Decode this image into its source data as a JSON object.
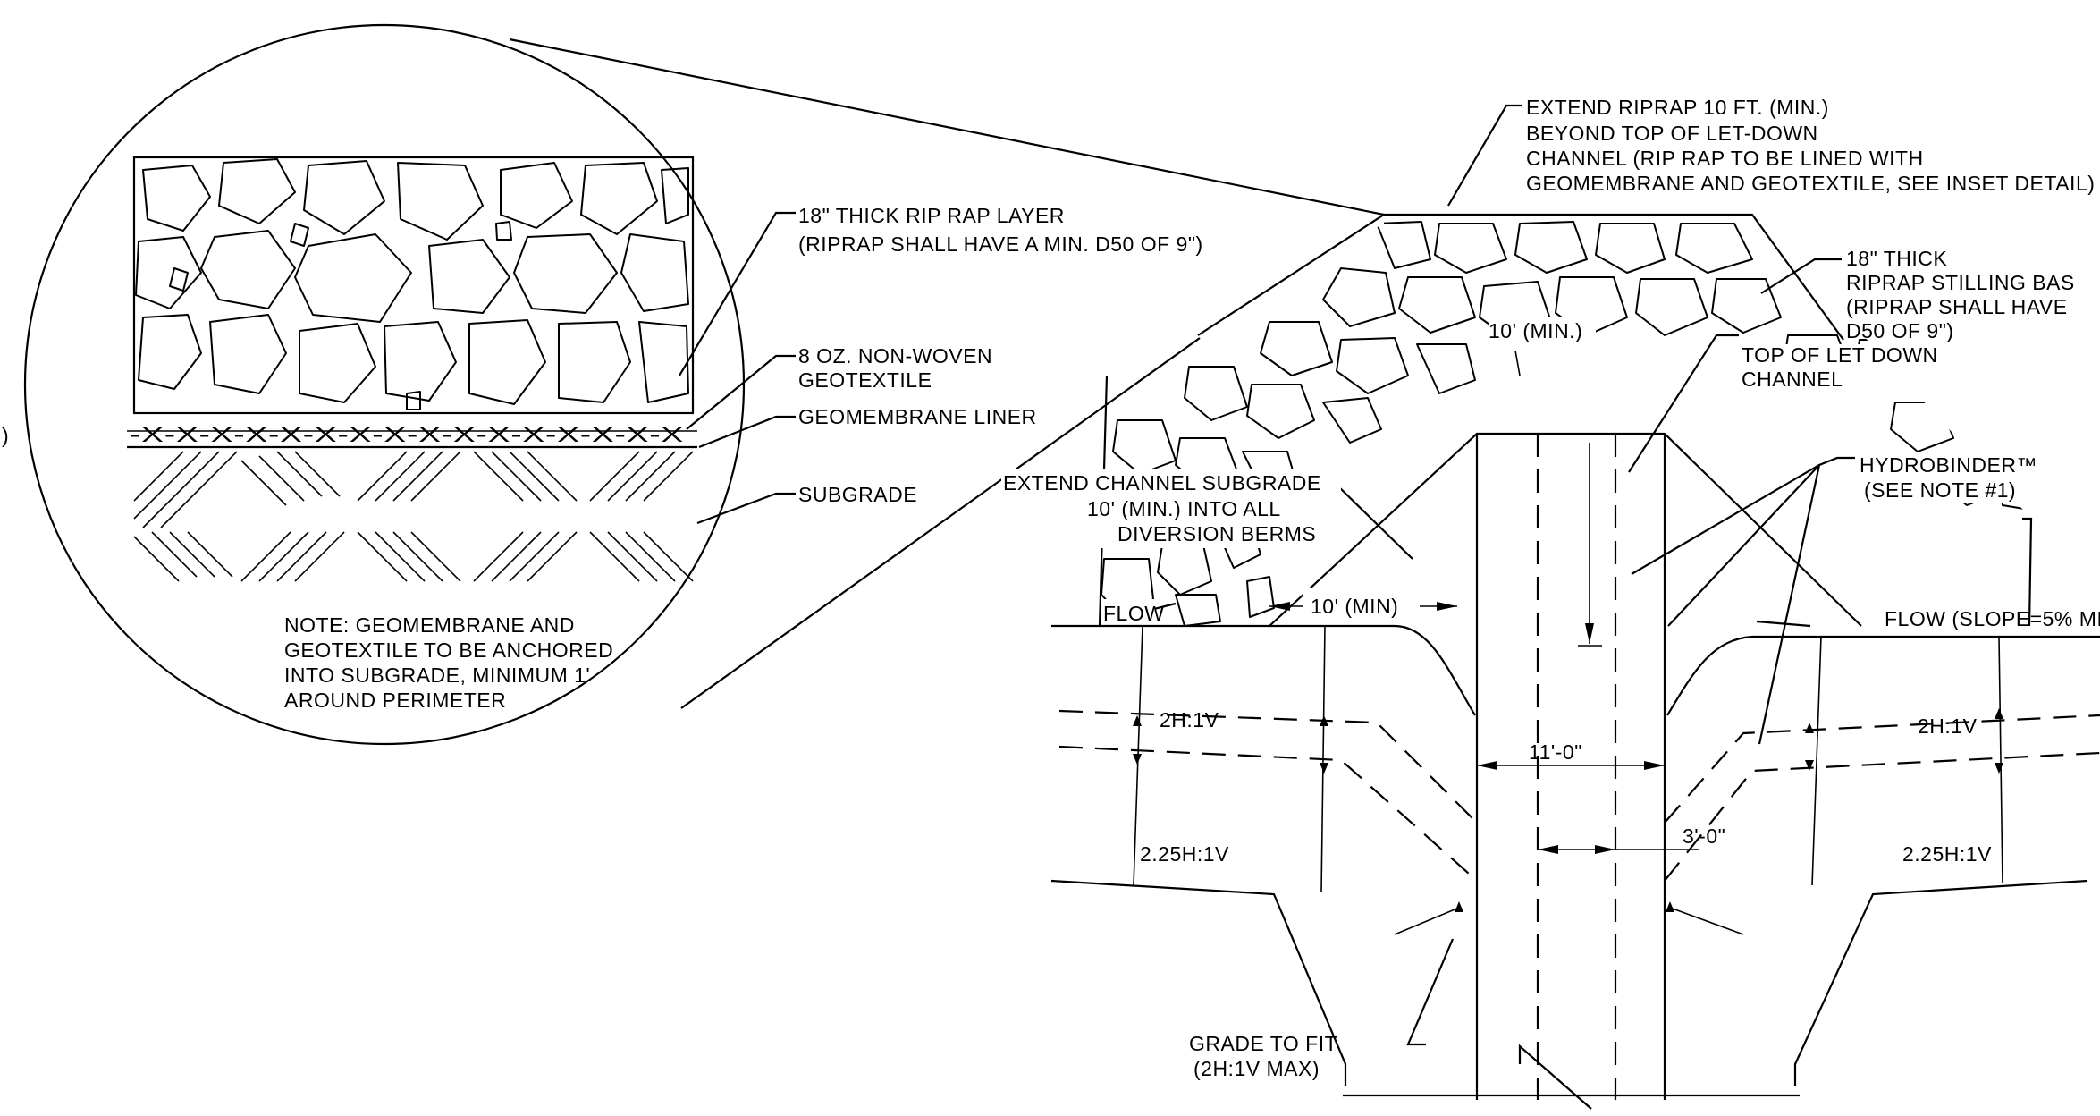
{
  "inset": {
    "riprap_layer": [
      "18\" THICK RIP RAP LAYER",
      "(RIPRAP SHALL HAVE A MIN. D50 OF 9\")"
    ],
    "geotextile": [
      "8 OZ. NON-WOVEN",
      "GEOTEXTILE"
    ],
    "geomembrane": "GEOMEMBRANE LINER",
    "subgrade": "SUBGRADE",
    "liner_marks": "-X-X-X-X-X-X-X-X-X-X-X-X-X-X-X-X",
    "note": [
      "NOTE: GEOMEMBRANE AND",
      "GEOTEXTILE TO BE ANCHORED",
      "INTO SUBGRADE, MINIMUM 1'",
      "AROUND PERIMETER"
    ]
  },
  "plan": {
    "extend_riprap": [
      "EXTEND RIPRAP 10 FT. (MIN.)",
      "BEYOND TOP OF LET-DOWN",
      "CHANNEL (RIP RAP TO BE LINED WITH",
      "GEOMEMBRANE AND GEOTEXTILE, SEE INSET DETAIL)"
    ],
    "stilling_basin": [
      "18\" THICK",
      "RIPRAP STILLING BAS",
      "(RIPRAP SHALL HAVE",
      "D50 OF 9\")"
    ],
    "ten_min_top": "10' (MIN.)",
    "top_of_letdown": [
      "TOP OF LET DOWN",
      "CHANNEL"
    ],
    "hydrobinder": [
      "HYDROBINDER™",
      "(SEE NOTE #1)"
    ],
    "extend_subgrade": [
      "EXTEND CHANNEL SUBGRADE",
      "10' (MIN.) INTO ALL",
      "DIVERSION BERMS"
    ],
    "flow_left": "FLOW",
    "ten_min_left": "10' (MIN)",
    "flow_right": "FLOW (SLOPE=5% MI",
    "slope_left_upper": "2H:1V",
    "slope_right_upper": "2H:1V",
    "slope_left_lower": "2.25H:1V",
    "slope_right_lower": "2.25H:1V",
    "width_11": "11'-0\"",
    "width_3": "3'-0\"",
    "grade_to_fit": [
      "GRADE TO FIT",
      "(2H:1V MAX)"
    ],
    "edge_mark": ")"
  }
}
